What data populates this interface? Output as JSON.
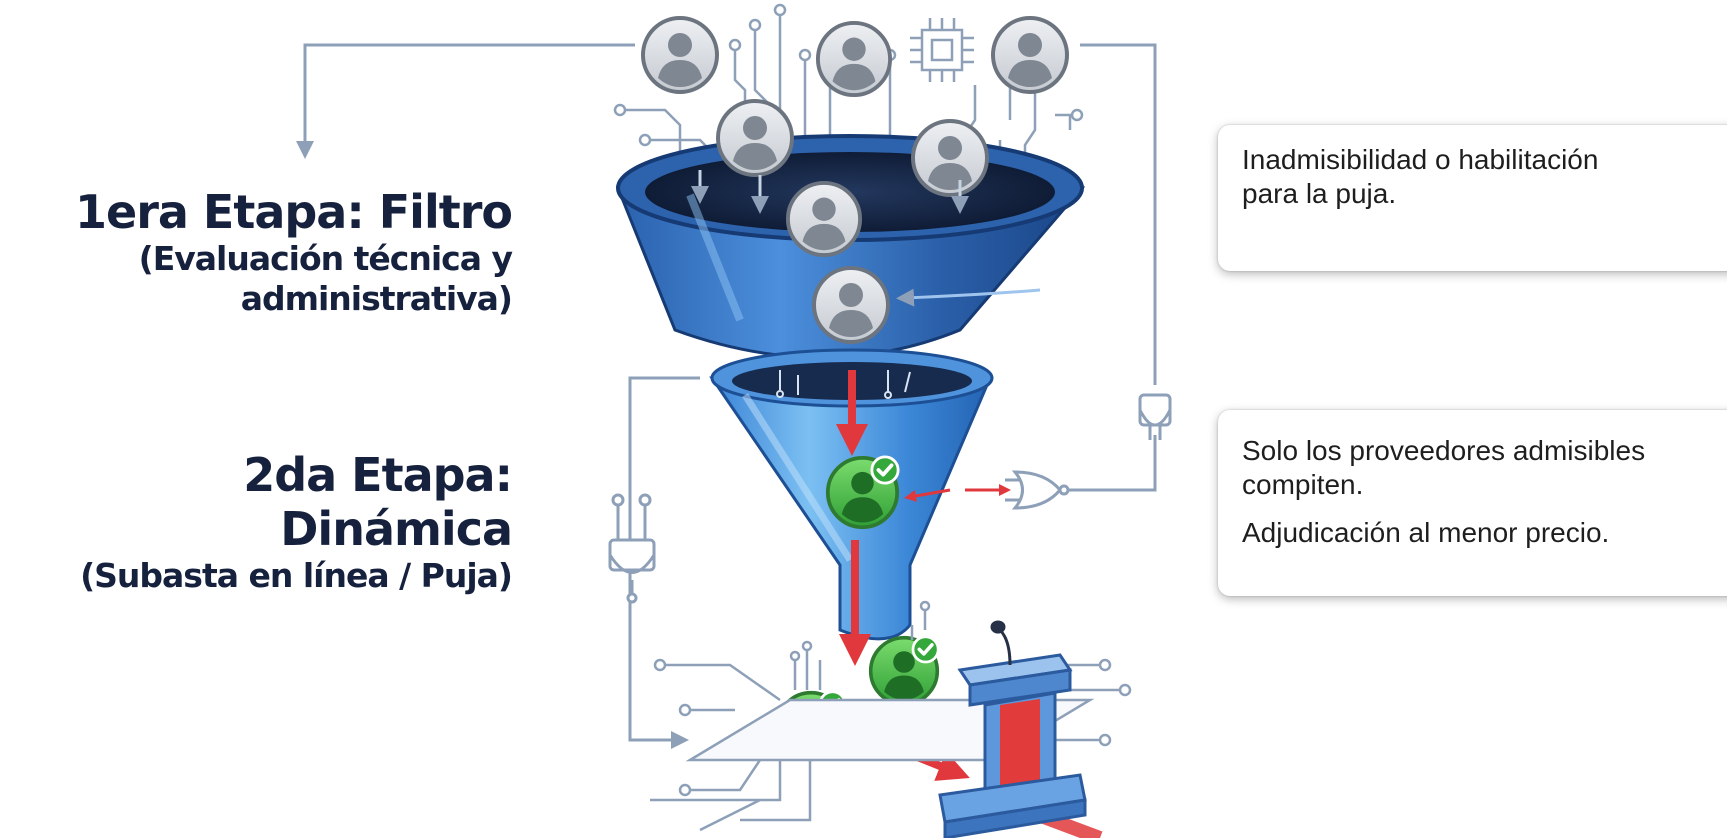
{
  "stages": [
    {
      "title": "1era Etapa: Filtro",
      "subtitle_line1": "(Evaluación técnica y",
      "subtitle_line2": "administrativa)"
    },
    {
      "title": "2da Etapa: Dinámica",
      "subtitle_line1": "(Subasta en línea / Puja)"
    }
  ],
  "callouts": [
    {
      "line1": "Inadmisibilidad o habilitación",
      "line2": "para la puja."
    },
    {
      "line1": "Solo los proveedores admisibles",
      "line2": "compiten.",
      "line3": "Adjudicación al menor precio."
    }
  ],
  "colors": {
    "title_text": "#16213e",
    "funnel_dark": "#1f4f93",
    "funnel_light": "#5aa7e8",
    "circuit": "#8da0b8",
    "flow_arrow": "#e0383c",
    "approved_green": "#3fb83f",
    "candidate_gray": "#b9bec6",
    "podium_blue": "#4f87cf",
    "podium_red": "#e23b3b"
  },
  "icons": [
    "person-icon",
    "approved-person-icon",
    "chip-icon",
    "plug-icon",
    "logic-gate-icon",
    "podium-icon",
    "microphone-icon"
  ]
}
